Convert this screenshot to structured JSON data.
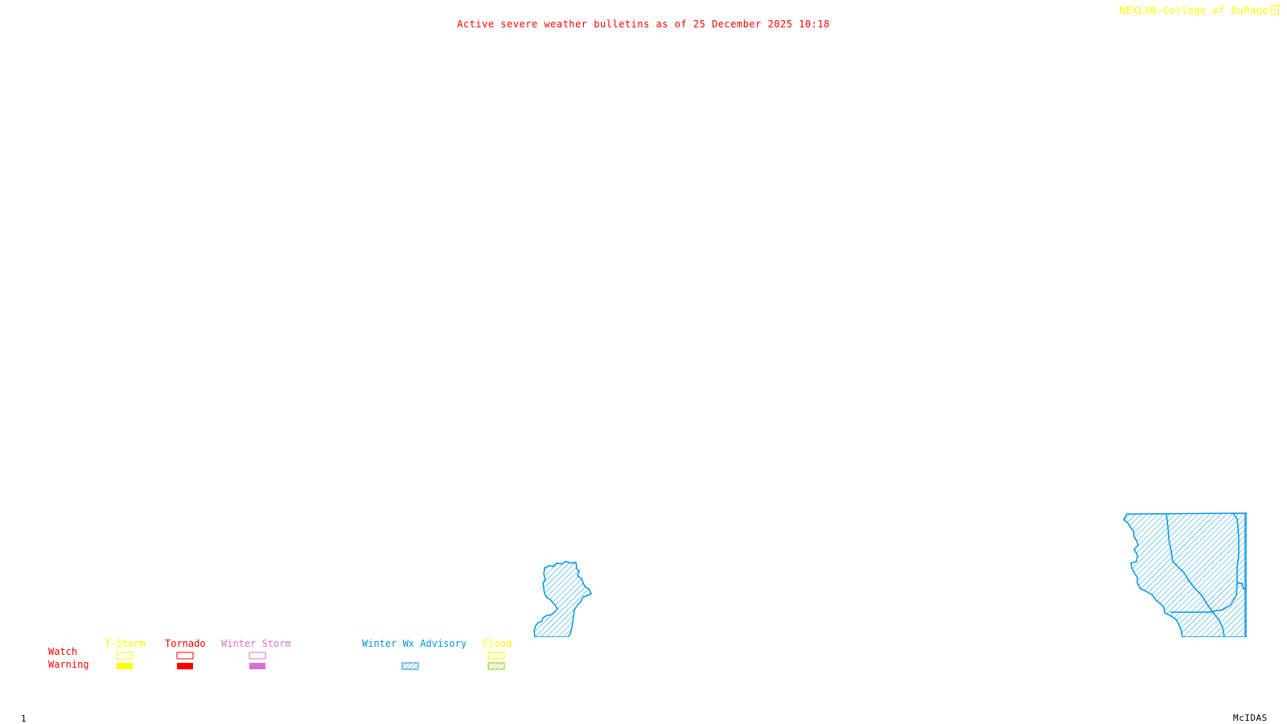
{
  "header": {
    "title": "Active severe weather bulletins as of 25 December 2025 10:18",
    "credit": "NEXLAB-College of DuPage",
    "credit_icon": "cursor-icon"
  },
  "footer": {
    "frame_number": "1",
    "software": "McIDAS"
  },
  "legend": {
    "row_labels": {
      "watch": "Watch",
      "warning": "Warning"
    },
    "categories": [
      {
        "label": "T-Storm",
        "color": "#ffff00",
        "watch_style": "outline",
        "warning_style": "solid"
      },
      {
        "label": "Tornado",
        "color": "#ff0000",
        "watch_style": "outline",
        "warning_style": "solid"
      },
      {
        "label": "Winter Storm",
        "color": "#da70d6",
        "watch_style": "outline",
        "warning_style": "solid"
      },
      {
        "label": "Winter Wx Advisory",
        "color": "#0095e8",
        "watch_style": "none",
        "warning_style": "hatched"
      },
      {
        "label": "Flood",
        "color": "#ffff00",
        "watch_style": "hatched",
        "warning_style": "hatched",
        "warning_color": "#80d000"
      }
    ]
  },
  "map": {
    "active_areas": [
      {
        "type": "Winter Wx Advisory",
        "region": "county-southwest",
        "color": "#0095e8",
        "pattern": "hatched"
      },
      {
        "type": "Winter Wx Advisory",
        "region": "counties-southeast-group",
        "color": "#0095e8",
        "pattern": "hatched"
      }
    ]
  }
}
